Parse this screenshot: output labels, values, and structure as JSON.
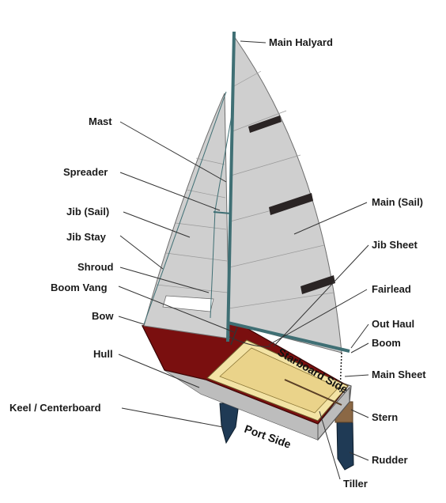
{
  "labels": {
    "main_halyard": "Main Halyard",
    "mast": "Mast",
    "spreader": "Spreader",
    "jib_sail": "Jib (Sail)",
    "jib_stay": "Jib Stay",
    "shroud": "Shroud",
    "boom_vang": "Boom Vang",
    "bow": "Bow",
    "hull": "Hull",
    "keel": "Keel / Centerboard",
    "main_sail": "Main (Sail)",
    "jib_sheet": "Jib Sheet",
    "fairlead": "Fairlead",
    "out_haul": "Out Haul",
    "boom": "Boom",
    "main_sheet": "Main Sheet",
    "stern": "Stern",
    "rudder": "Rudder",
    "tiller": "Tiller",
    "starboard_side": "Starboard Side",
    "port_side": "Port Side"
  },
  "colors": {
    "sail": "#cfcfcf",
    "sail_stripe": "#2a2424",
    "hull_deck": "#7a0f0f",
    "hull_side": "#d4d4d4",
    "cockpit": "#f3e3a5",
    "mast": "#3f6f74",
    "keel": "#1f3a55",
    "rudder_top": "#8b6845"
  }
}
